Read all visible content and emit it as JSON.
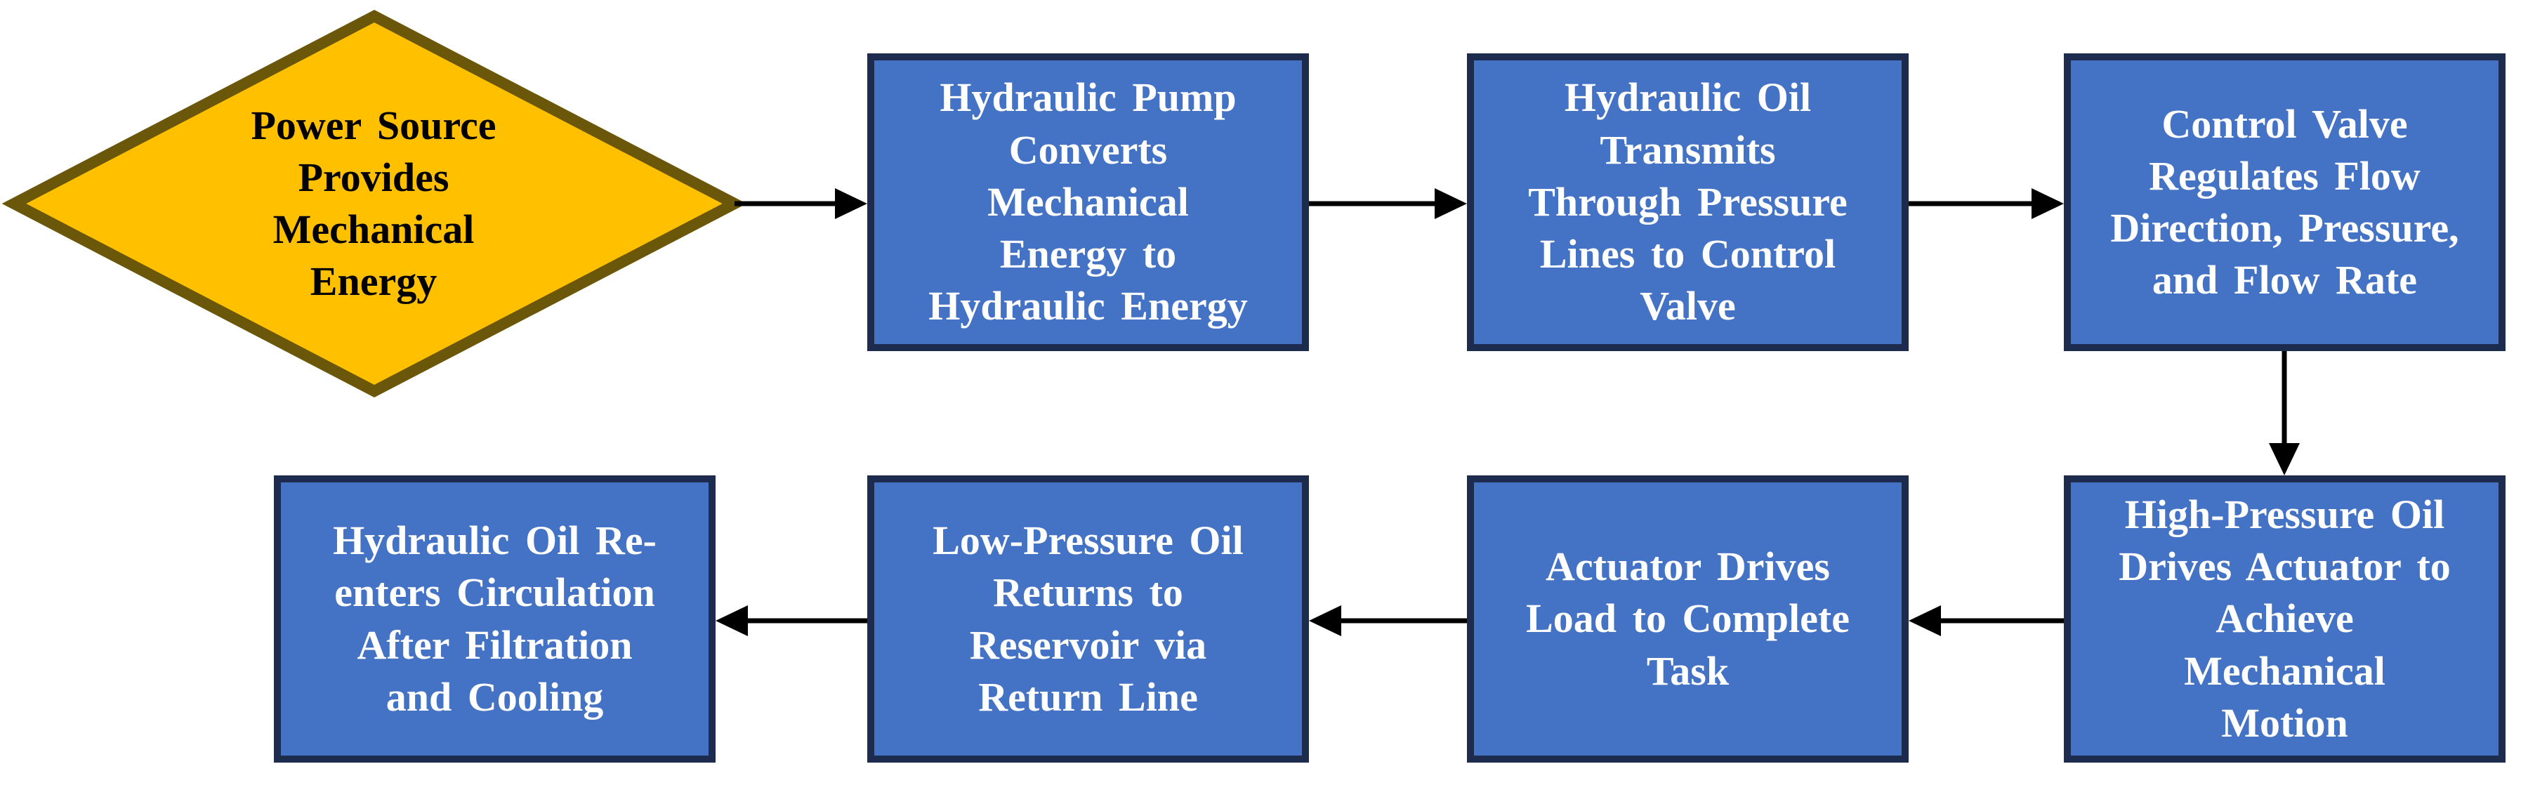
{
  "colors": {
    "background": "#FFFFFF",
    "box_fill": "#4472C4",
    "box_border": "#1C2B4E",
    "box_text": "#FFFFFF",
    "diamond_fill": "#FFC000",
    "diamond_border": "#6B570A",
    "diamond_text": "#000000",
    "arrow": "#000000"
  },
  "nodes": {
    "power_source": {
      "shape": "diamond",
      "label": "Power Source\nProvides\nMechanical\nEnergy"
    },
    "hydraulic_pump": {
      "shape": "rect",
      "label": "Hydraulic Pump\nConverts\nMechanical\nEnergy to\nHydraulic Energy"
    },
    "oil_transmits": {
      "shape": "rect",
      "label": "Hydraulic Oil\nTransmits\nThrough Pressure\nLines to Control\nValve"
    },
    "control_valve": {
      "shape": "rect",
      "label": "Control Valve\nRegulates Flow\nDirection, Pressure,\nand Flow Rate"
    },
    "high_pressure_oil": {
      "shape": "rect",
      "label": "High-Pressure Oil\nDrives Actuator to\nAchieve\nMechanical\nMotion"
    },
    "actuator_drives": {
      "shape": "rect",
      "label": "Actuator Drives\nLoad to Complete\nTask"
    },
    "low_pressure_oil": {
      "shape": "rect",
      "label": "Low-Pressure Oil\nReturns to\nReservoir via\nReturn Line"
    },
    "oil_reenters": {
      "shape": "rect",
      "label": "Hydraulic Oil Re-\nenters Circulation\nAfter Filtration\nand Cooling"
    }
  },
  "edges": [
    {
      "from": "power_source",
      "to": "hydraulic_pump",
      "direction": "right"
    },
    {
      "from": "hydraulic_pump",
      "to": "oil_transmits",
      "direction": "right"
    },
    {
      "from": "oil_transmits",
      "to": "control_valve",
      "direction": "right"
    },
    {
      "from": "control_valve",
      "to": "high_pressure_oil",
      "direction": "down"
    },
    {
      "from": "high_pressure_oil",
      "to": "actuator_drives",
      "direction": "left"
    },
    {
      "from": "actuator_drives",
      "to": "low_pressure_oil",
      "direction": "left"
    },
    {
      "from": "low_pressure_oil",
      "to": "oil_reenters",
      "direction": "left"
    }
  ]
}
